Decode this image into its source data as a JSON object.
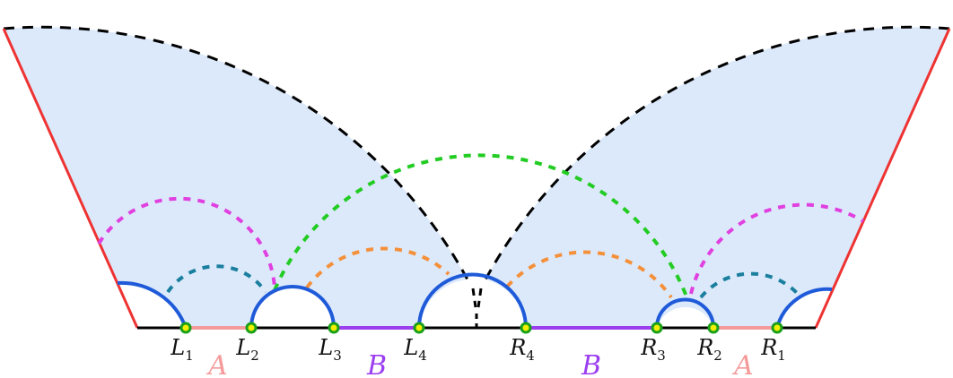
{
  "colors": {
    "region_fill": "#dce9fb",
    "boundary_black": "#000000",
    "wedge_edge": "#ee3333",
    "interval_A": "#f59a9a",
    "interval_B": "#9b3ef0",
    "blue_arc": "#1f5bd9",
    "green_dash": "#22cc22",
    "orange_dash": "#f5903a",
    "magenta_dash": "#e040e0",
    "teal_dash": "#1a7f9e",
    "point_fill": "#f0f000",
    "point_stroke": "#1aa01a"
  },
  "points": [
    {
      "name": "L",
      "sub": "1"
    },
    {
      "name": "L",
      "sub": "2"
    },
    {
      "name": "L",
      "sub": "3"
    },
    {
      "name": "L",
      "sub": "4"
    },
    {
      "name": "R",
      "sub": "4"
    },
    {
      "name": "R",
      "sub": "3"
    },
    {
      "name": "R",
      "sub": "2"
    },
    {
      "name": "R",
      "sub": "1"
    }
  ],
  "intervals": {
    "left_A": "A",
    "left_B": "B",
    "right_B": "B",
    "right_A": "A"
  }
}
